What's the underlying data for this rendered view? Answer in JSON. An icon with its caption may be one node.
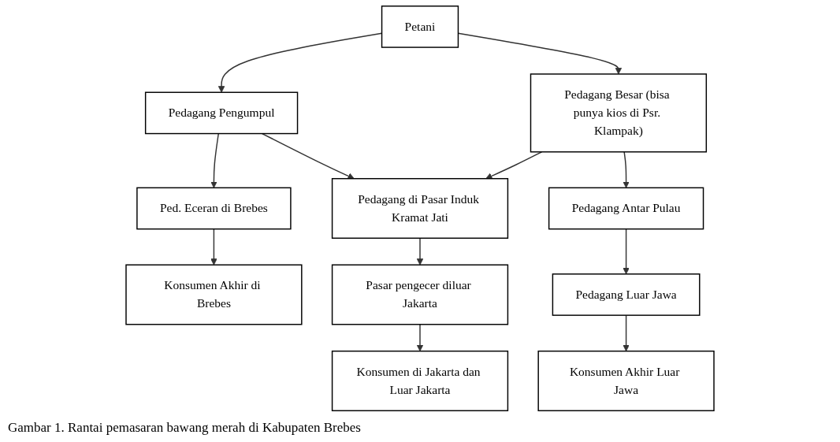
{
  "diagram": {
    "caption": "Gambar 1. Rantai pemasaran bawang merah di Kabupaten  Brebes",
    "nodes": [
      {
        "text": [
          "Petani"
        ]
      },
      {
        "text": [
          "Pedagang Pengumpul"
        ]
      },
      {
        "text": [
          "Ped. Eceran di Brebes"
        ]
      },
      {
        "text": [
          "Konsumen Akhir di Brebes"
        ]
      },
      {
        "text": [
          "Pedagang Besar (bisa punya kios di Psr. Klampak)"
        ]
      },
      {
        "text": [
          "Pedagang di Pasar Induk Kramat Jati"
        ]
      },
      {
        "text": [
          "Pasar pengecer diluar Jakarta"
        ]
      },
      {
        "text": [
          "Konsumen di Jakarta dan Luar Jakarta"
        ]
      },
      {
        "text": [
          "Pedagang Antar Pulau"
        ]
      },
      {
        "text": [
          "Pedagang Luar Jawa"
        ]
      },
      {
        "text": [
          "Konsumen Akhir Luar Jawa"
        ]
      }
    ],
    "edges": [
      {
        "from": 0,
        "to": 1,
        "arrow": "to"
      },
      {
        "from": 0,
        "to": 4,
        "arrow": "to"
      },
      {
        "from": 1,
        "to": 2,
        "arrow": "to"
      },
      {
        "from": 1,
        "to": 5,
        "arrow": "to"
      },
      {
        "from": 2,
        "to": 3,
        "arrow": "to"
      },
      {
        "from": 4,
        "to": 5,
        "arrow": "to"
      },
      {
        "from": 4,
        "to": 8,
        "arrow": "to"
      },
      {
        "from": 5,
        "to": 6,
        "arrow": "to"
      },
      {
        "from": 6,
        "to": 7,
        "arrow": "to"
      },
      {
        "from": 8,
        "to": 9,
        "arrow": "to"
      },
      {
        "from": 9,
        "to": 10,
        "arrow": "to"
      }
    ]
  }
}
